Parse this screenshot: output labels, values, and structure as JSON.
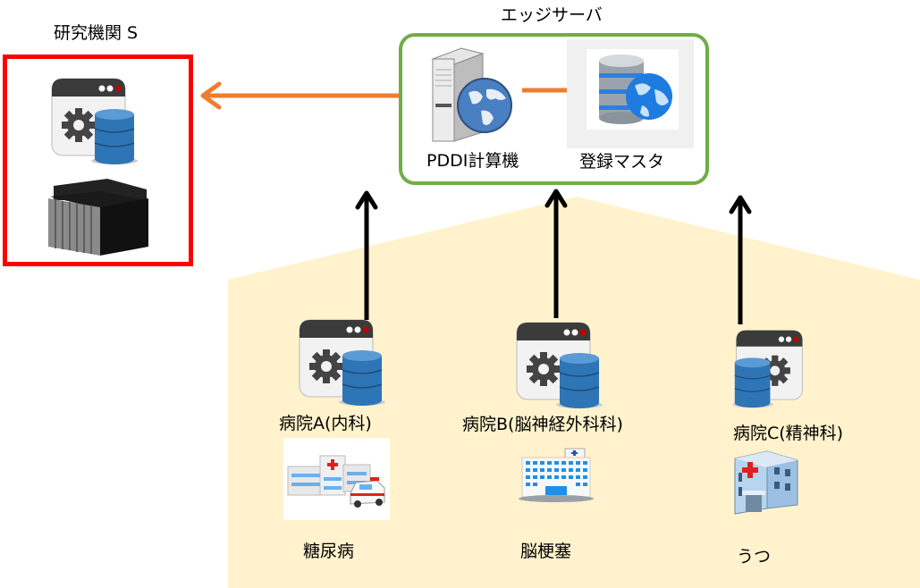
{
  "title": "PDDI edge server data-sharing architecture",
  "colors": {
    "research_border": "#ff0000",
    "edge_border": "#70ad47",
    "flow_arrow": "#ed7d31",
    "upload_arrow": "#000000",
    "hospital_region": "#fff2cc"
  },
  "research_institute": {
    "label": "研究機関 S",
    "icons": [
      "app-database-icon",
      "storage-server-icon"
    ]
  },
  "edge_server": {
    "label": "エッジサーバ",
    "components": [
      {
        "label": "PDDI計算機",
        "icon": "web-server-globe-icon"
      },
      {
        "label": "登録マスタ",
        "icon": "database-globe-icon"
      }
    ]
  },
  "hospitals": [
    {
      "label": "病院A(内科)",
      "disease": "糖尿病",
      "app_icon": "app-database-icon",
      "facility_icon": "hospital-ambulance-icon"
    },
    {
      "label": "病院B(脳神経外科科)",
      "disease": "脳梗塞",
      "app_icon": "app-database-icon",
      "facility_icon": "hospital-building-icon"
    },
    {
      "label": "病院C(精神科)",
      "disease": "うつ",
      "app_icon": "app-database-icon",
      "facility_icon": "clinic-building-icon"
    }
  ],
  "connections": [
    {
      "from": "エッジサーバ",
      "to": "研究機関 S",
      "style": "orange-arrow"
    },
    {
      "from": "PDDI計算機",
      "to": "登録マスタ",
      "style": "orange-line"
    },
    {
      "from": "病院A(内科)",
      "to": "エッジサーバ",
      "style": "black-arrow"
    },
    {
      "from": "病院B(脳神経外科科)",
      "to": "エッジサーバ",
      "style": "black-arrow"
    },
    {
      "from": "病院C(精神科)",
      "to": "エッジサーバ",
      "style": "black-arrow"
    }
  ]
}
